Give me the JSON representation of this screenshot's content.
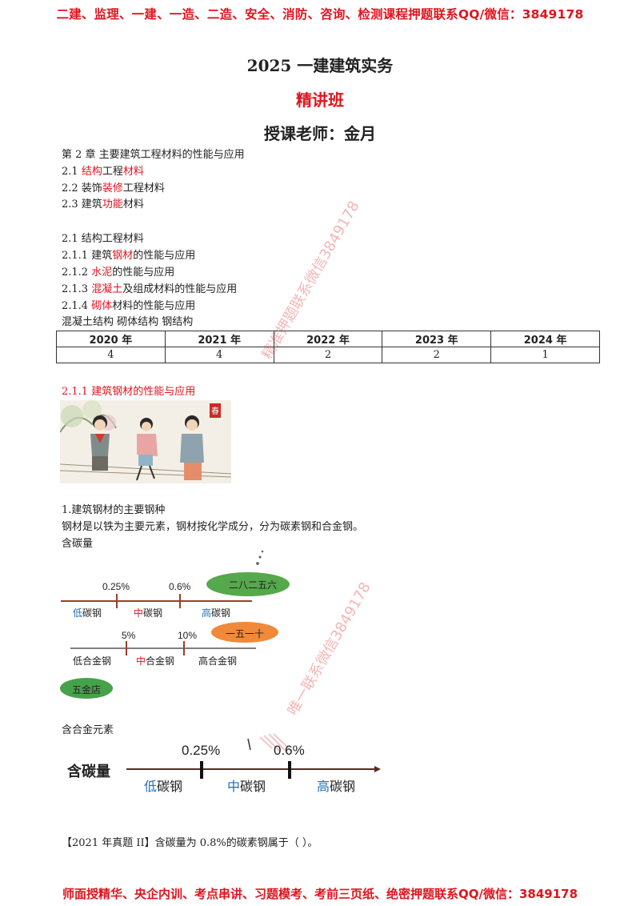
{
  "header_banner": "二建、监理、一建、一造、二造、安全、消防、咨询、检测课程押题联系QQ/微信：3849178",
  "footer_banner": "师面授精华、央企内训、考点串讲、习题模考、考前三页纸、绝密押题联系QQ/微信：3849178",
  "title": "2025 一建建筑实务",
  "subtitle": "精讲班",
  "teacher": "授课老师：金月",
  "toc": [
    {
      "plain": "第 2 章  主要建筑工程材料的性能与应用"
    },
    {
      "pre": "2.1 ",
      "red1": "结构",
      "mid": "工程",
      "red2": "材料",
      "post": ""
    },
    {
      "pre": "2.2 装饰",
      "red1": "装修",
      "mid": "工程材料",
      "red2": "",
      "post": ""
    },
    {
      "pre": "2.3 建筑",
      "red1": "功能",
      "mid": "材料",
      "red2": "",
      "post": ""
    }
  ],
  "section": [
    {
      "plain": "2.1 结构工程材料"
    },
    {
      "pre": "2.1.1 建筑",
      "red": "钢材",
      "post": "的性能与应用"
    },
    {
      "pre": "2.1.2 ",
      "red": "水泥",
      "post": "的性能与应用"
    },
    {
      "pre": "2.1.3 ",
      "red": "混凝土",
      "post": "及组成材料的性能与应用"
    },
    {
      "pre": "2.1.4 ",
      "red": "砌体",
      "post": "材料的性能与应用"
    }
  ],
  "structures_line": "混凝土结构 砌体结构 钢结构",
  "exam_table": {
    "headers": [
      "2020 年",
      "2021 年",
      "2022 年",
      "2023 年",
      "2024 年"
    ],
    "values": [
      "4",
      "4",
      "2",
      "2",
      "1"
    ]
  },
  "subheading": "2.1.1 建筑钢材的性能与应用",
  "point1_title": "1.建筑钢材的主要钢种",
  "point1_body": "钢材是以铁为主要元素，钢材按化学成分，分为碳素钢和合金钢。",
  "carbon_content_label": "含碳量",
  "scale1": {
    "t1": "0.25%",
    "t2": "0.6%",
    "low_a": "低",
    "low_b": "碳钢",
    "mid_a": "中",
    "mid_b": "碳钢",
    "high_a": "高",
    "high_b": "碳钢",
    "blob": "二八二五六"
  },
  "scale2": {
    "t1": "5%",
    "t2": "10%",
    "low": "低合金钢",
    "mid_a": "中",
    "mid_b": "合金钢",
    "high": "高合金钢",
    "blob": "一五一十"
  },
  "blob3": "五金店",
  "alloy_label": "含合金元素",
  "big_scale": {
    "label": "含碳量",
    "t1": "0.25%",
    "t2": "0.6%",
    "low_a": "低",
    "low_b": "碳钢",
    "mid_a": "中",
    "mid_b": "碳钢",
    "high_a": "高",
    "high_b": "碳钢"
  },
  "question": "【2021 年真题 II】含碳量为 0.8%的碳素钢属于（      ）。",
  "watermark1": "精准押题联系微信3849178",
  "watermark2": "唯一联系微信3849178",
  "photo_stamp": "春"
}
